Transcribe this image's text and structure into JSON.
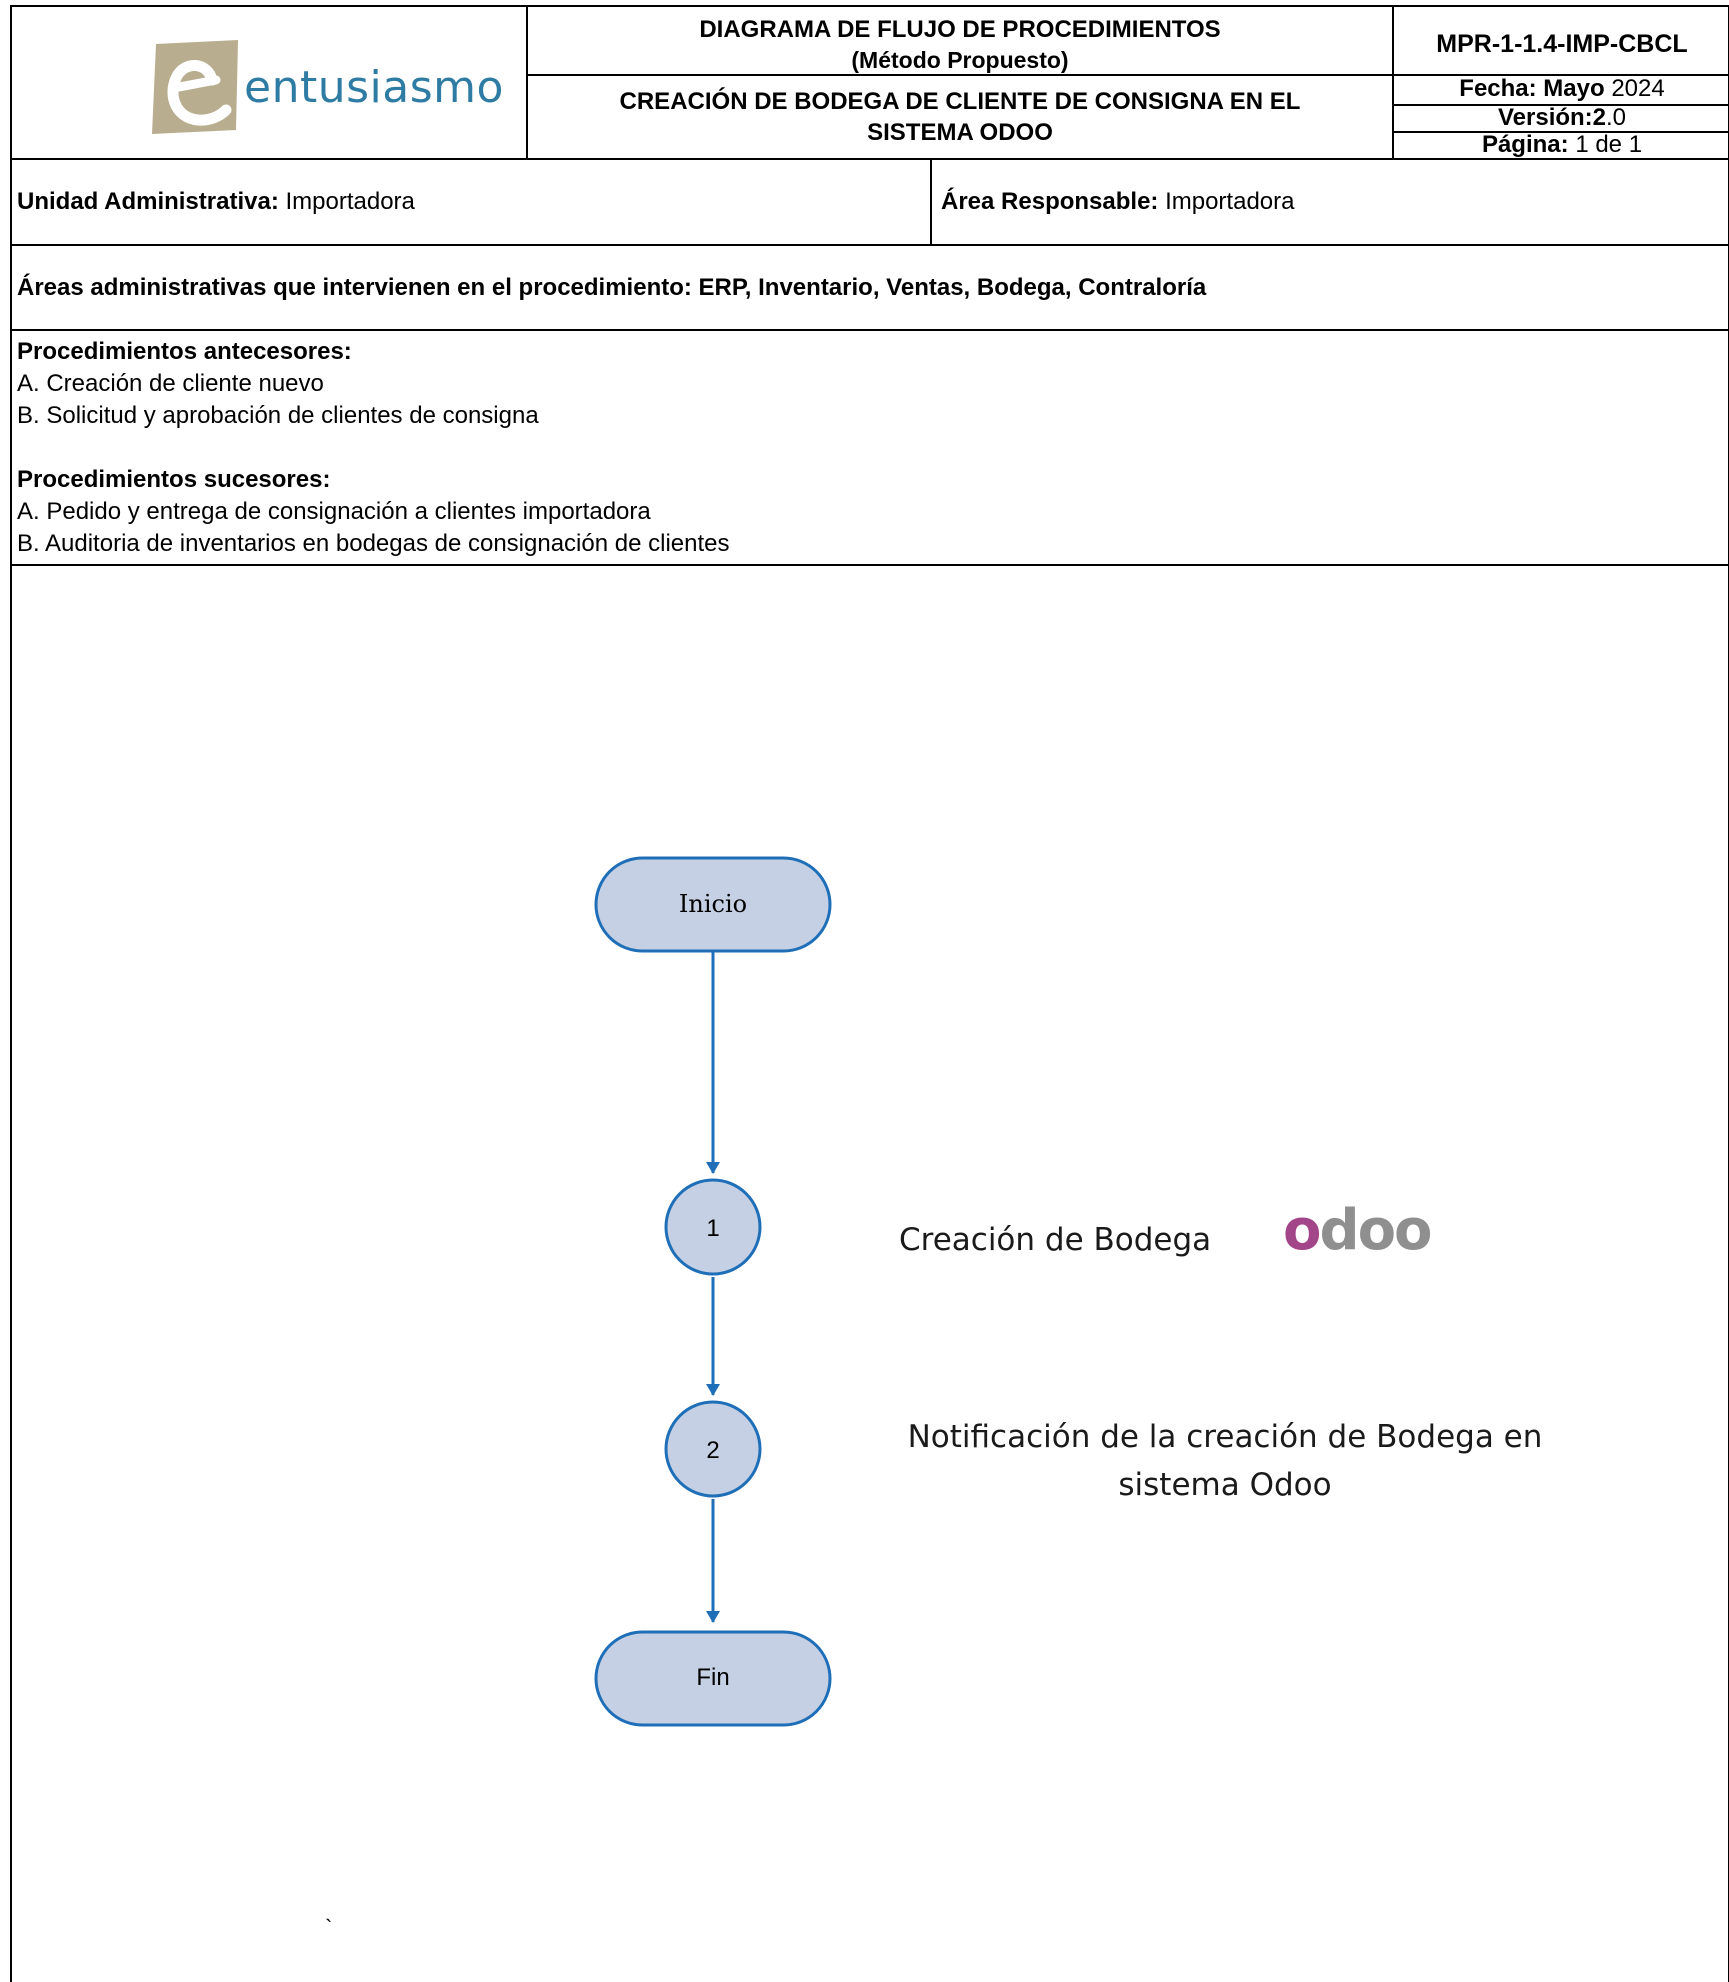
{
  "header": {
    "logo_text": "entusiasmo",
    "doc_type_title": "DIAGRAMA DE FLUJO DE PROCEDIMIENTOS",
    "doc_type_subtitle": "(Método Propuesto)",
    "procedure_title_line1": "CREACIÓN DE BODEGA DE CLIENTE DE CONSIGNA EN EL",
    "procedure_title_line2": "SISTEMA ODOO",
    "code": "MPR-1-1.4-IMP-CBCL",
    "date_label": "Fecha: Mayo",
    "date_value": "2024",
    "version_label": "Versión:2",
    "version_value": ".0",
    "page_label": "Página:",
    "page_value": "1 de 1"
  },
  "info": {
    "admin_unit_label": "Unidad Administrativa:",
    "admin_unit_value": "Importadora",
    "responsible_area_label": "Área Responsable:",
    "responsible_area_value": "Importadora",
    "areas_line": "Áreas administrativas que intervienen en el procedimiento: ERP, Inventario,  Ventas, Bodega, Contraloría"
  },
  "predecessors": {
    "heading": "Procedimientos antecesores:",
    "items": [
      "A. Creación de cliente nuevo",
      "B. Solicitud y aprobación de clientes de consigna"
    ]
  },
  "successors": {
    "heading": "Procedimientos sucesores:",
    "items": [
      "A. Pedido y entrega de consignación a clientes importadora",
      "B. Auditoria de inventarios en bodegas de consignación de clientes"
    ]
  },
  "flow": {
    "start_label": "Inicio",
    "step1_number": "1",
    "step1_text": "Creación de Bodega",
    "step1_logo": "odoo",
    "step2_number": "2",
    "step2_text_line1": "Notificación de la creación de Bodega en",
    "step2_text_line2": "sistema Odoo",
    "end_label": "Fin"
  },
  "stray_mark": "`",
  "colors": {
    "terminal_fill": "#c6d0e4",
    "shape_stroke": "#1f6fb8",
    "connector": "#1f6fb8",
    "logo_word": "#2e7ca3",
    "logo_mark": "#b8ad8e",
    "odoo_purple": "#a24689",
    "odoo_grey": "#8f8f8f"
  }
}
